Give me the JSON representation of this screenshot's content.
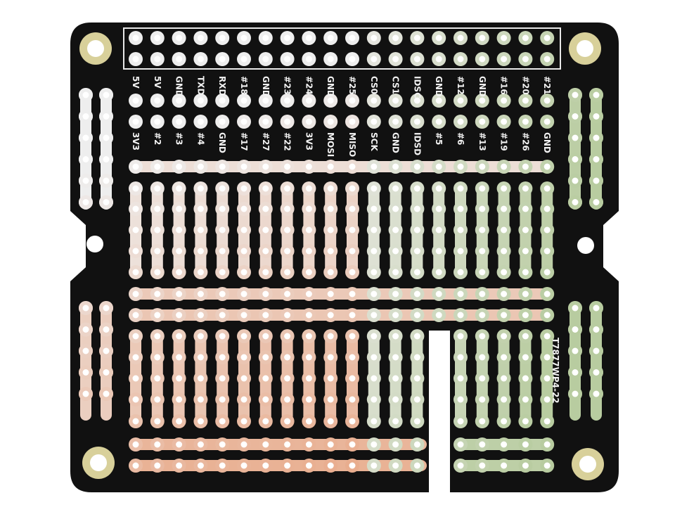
{
  "image": {
    "subject": "prototyping-hat-pcb",
    "board_color": "#111111",
    "silkscreen_color": "#f2f2f2",
    "copper_tones": [
      "#e8a080",
      "#f0e8e0",
      "#c8d8b8",
      "#b8c8a0"
    ]
  },
  "silkscreen": {
    "top_row_labels": [
      "5V",
      "5V",
      "GND",
      "TXD",
      "RXD",
      "#18",
      "GND",
      "#23",
      "#24",
      "GND",
      "#25",
      "CS0",
      "CS1",
      "IDSC",
      "GND",
      "#12",
      "GND",
      "#16",
      "#20",
      "#21"
    ],
    "bottom_row_labels": [
      "3V3",
      "#2",
      "#3",
      "#4",
      "GND",
      "#17",
      "#27",
      "#22",
      "3V3",
      "MOSI",
      "MISO",
      "SCK",
      "GND",
      "IDSD",
      "#5",
      "#6",
      "#13",
      "#19",
      "#26",
      "GND"
    ],
    "board_code": "T7877WP4-22"
  }
}
